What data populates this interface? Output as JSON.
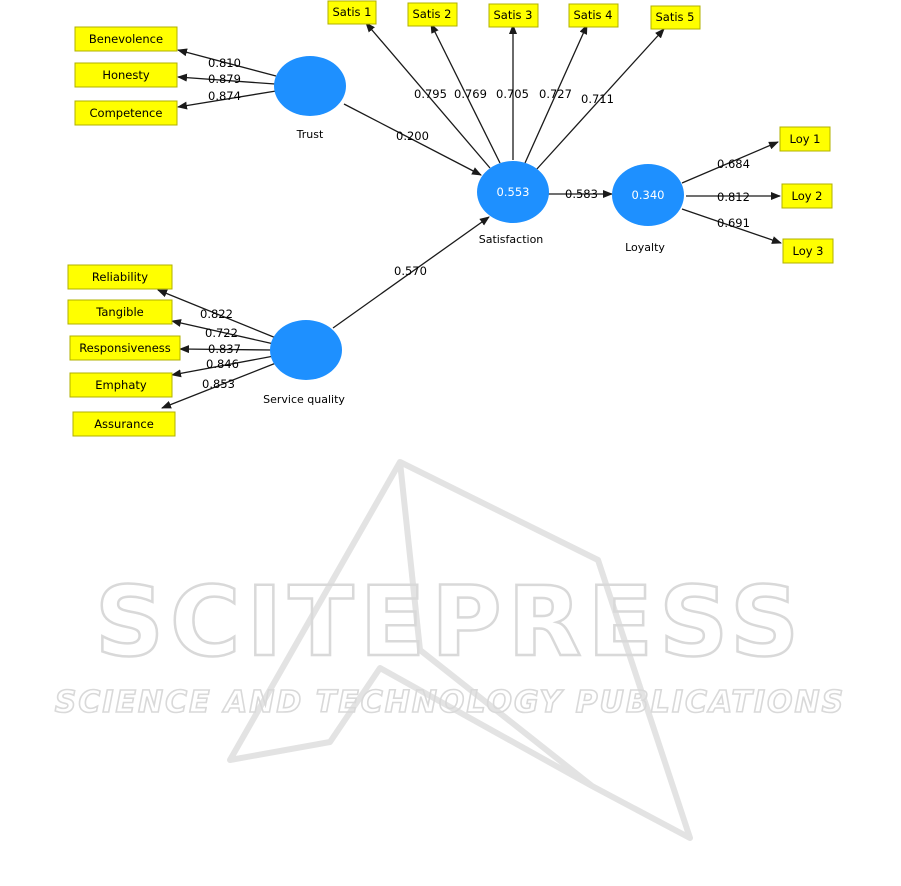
{
  "watermark": {
    "title": "SCITEPRESS",
    "subtitle": "SCIENCE AND TECHNOLOGY PUBLICATIONS"
  },
  "colors": {
    "indicator_fill": "#ffff00",
    "indicator_border": "#b0b000",
    "latent_fill": "#1e90ff",
    "arrow": "#1a1a1a",
    "watermark": "#d9d9d9"
  },
  "latents": {
    "trust": {
      "label": "Trust",
      "value": ""
    },
    "service_quality": {
      "label": "Service quality",
      "value": ""
    },
    "satisfaction": {
      "label": "Satisfaction",
      "value": "0.553"
    },
    "loyalty": {
      "label": "Loyalty",
      "value": "0.340"
    }
  },
  "indicators": {
    "trust": [
      {
        "label": "Benevolence",
        "loading": "0.810"
      },
      {
        "label": "Honesty",
        "loading": "0.879"
      },
      {
        "label": "Competence",
        "loading": "0.874"
      }
    ],
    "service_quality": [
      {
        "label": "Reliability",
        "loading": "0.822"
      },
      {
        "label": "Tangible",
        "loading": "0.722"
      },
      {
        "label": "Responsiveness",
        "loading": "0.837"
      },
      {
        "label": "Emphaty",
        "loading": "0.846"
      },
      {
        "label": "Assurance",
        "loading": "0.853"
      }
    ],
    "satisfaction": [
      {
        "label": "Satis 1",
        "loading": "0.795"
      },
      {
        "label": "Satis 2",
        "loading": "0.769"
      },
      {
        "label": "Satis 3",
        "loading": "0.705"
      },
      {
        "label": "Satis 4",
        "loading": "0.727"
      },
      {
        "label": "Satis 5",
        "loading": "0.711"
      }
    ],
    "loyalty": [
      {
        "label": "Loy 1",
        "loading": "0.684"
      },
      {
        "label": "Loy 2",
        "loading": "0.812"
      },
      {
        "label": "Loy 3",
        "loading": "0.691"
      }
    ]
  },
  "paths": {
    "trust_to_satisfaction": "0.200",
    "service_quality_to_satisfaction": "0.570",
    "satisfaction_to_loyalty": "0.583"
  }
}
